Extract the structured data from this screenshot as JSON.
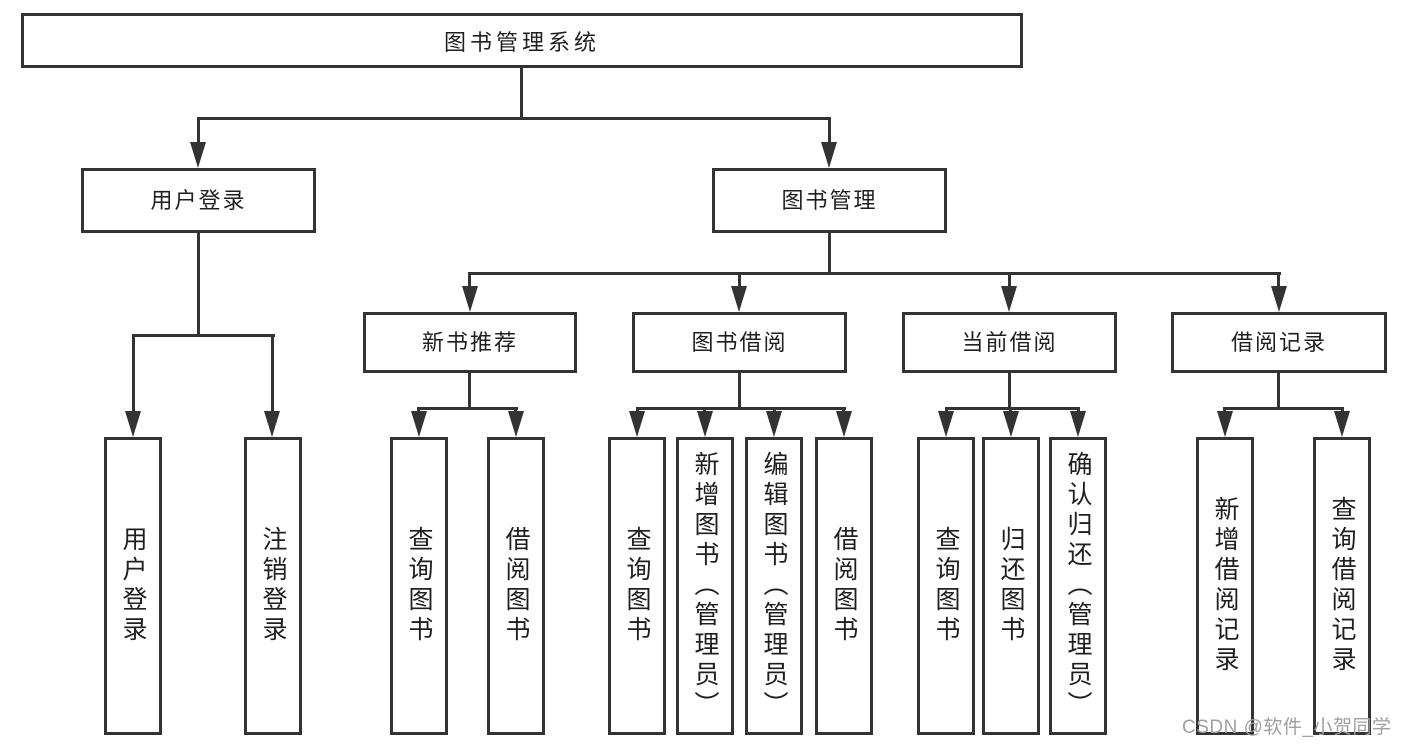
{
  "system": {
    "label": "图书管理系统"
  },
  "modules": [
    {
      "label": "用户登录",
      "features": [
        {
          "label": "用户登录"
        },
        {
          "label": "注销登录"
        }
      ]
    },
    {
      "label": "图书管理",
      "submodules": [
        {
          "label": "新书推荐",
          "features": [
            {
              "label": "查询图书"
            },
            {
              "label": "借阅图书"
            }
          ]
        },
        {
          "label": "图书借阅",
          "features": [
            {
              "label": "查询图书"
            },
            {
              "label": "新增图书（管理员）"
            },
            {
              "label": "编辑图书（管理员）"
            },
            {
              "label": "借阅图书"
            }
          ]
        },
        {
          "label": "当前借阅",
          "features": [
            {
              "label": "查询图书"
            },
            {
              "label": "归还图书"
            },
            {
              "label": "确认归还（管理员）"
            }
          ]
        },
        {
          "label": "借阅记录",
          "features": [
            {
              "label": "新增借阅记录"
            },
            {
              "label": "查询借阅记录"
            }
          ]
        }
      ]
    }
  ],
  "watermark": {
    "text": "CSDN @软件_小贺同学"
  },
  "colors": {
    "line": "#333333",
    "text": "#1f1f1f",
    "watermark": "#a0a0a0",
    "background": "#ffffff"
  }
}
